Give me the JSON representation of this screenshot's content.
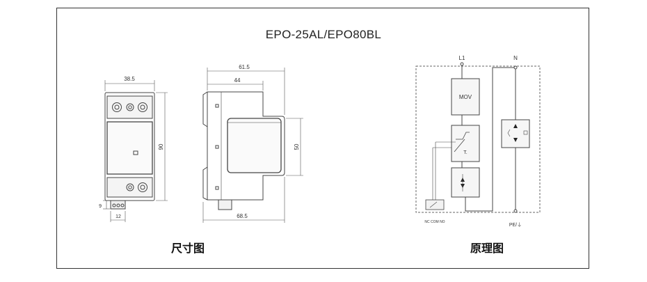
{
  "title": "EPO-25AL/EPO80BL",
  "captions": {
    "dimension": "尺寸图",
    "schematic": "原理图"
  },
  "dimensions": {
    "front_width": "38.5",
    "front_height": "90",
    "terminal_height": "9",
    "terminal_width": "12",
    "side_top_full": "61.5",
    "side_top_inner": "44",
    "side_height": "50",
    "side_bottom": "68.5"
  },
  "schematic": {
    "L1": "L1",
    "N": "N",
    "mov": "MOV",
    "thermal": "T.",
    "pe": "PE/⏚",
    "signal_terminals": "NC COM NO"
  }
}
